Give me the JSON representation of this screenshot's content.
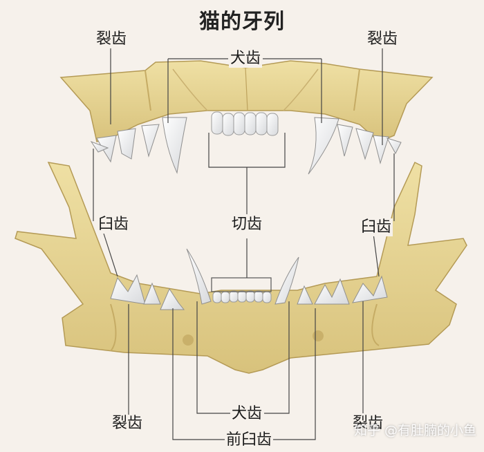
{
  "title": "猫的牙列",
  "labels": {
    "upper_left_carnassial": "裂齿",
    "upper_right_carnassial": "裂齿",
    "upper_canine": "犬齿",
    "left_molar": "臼齿",
    "right_molar": "臼齿",
    "incisor": "切齿",
    "lower_left_carnassial": "裂齿",
    "lower_right_carnassial": "裂齿",
    "lower_canine": "犬齿",
    "premolar": "前臼齿"
  },
  "watermark": "知乎 @有肚腩的小鱼"
}
